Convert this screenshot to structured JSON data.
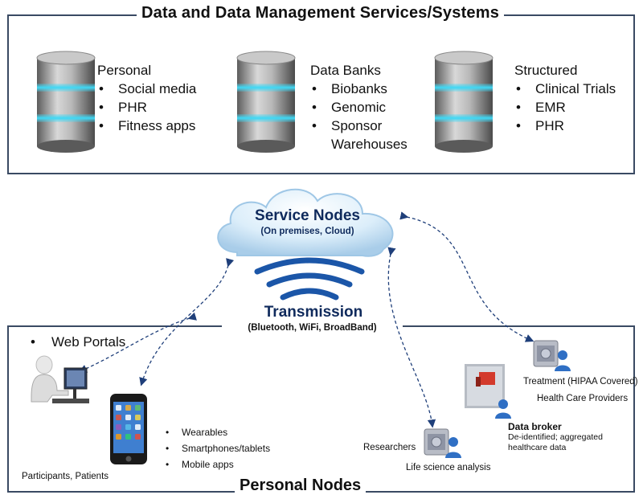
{
  "top_section": {
    "title": "Data and Data Management Services/Systems",
    "groups": [
      {
        "heading": "Personal",
        "items": [
          "Social media",
          "PHR",
          "Fitness apps"
        ]
      },
      {
        "heading": "Data Banks",
        "items": [
          "Biobanks",
          "Genomic",
          "Sponsor",
          "Warehouses"
        ]
      },
      {
        "heading": "Structured",
        "items": [
          "Clinical Trials",
          "EMR",
          "PHR"
        ]
      }
    ]
  },
  "cloud": {
    "title": "Service Nodes",
    "subtitle": "(On premises, Cloud)"
  },
  "transmission": {
    "title": "Transmission",
    "subtitle": "(Bluetooth, WiFi, BroadBand)"
  },
  "bottom_section": {
    "title": "Personal Nodes",
    "web_portals": "Web Portals",
    "device_items": [
      "Wearables",
      "Smartphones/tablets",
      "Mobile apps"
    ],
    "participants": "Participants, Patients",
    "researchers": "Researchers",
    "life_science": "Life science analysis",
    "treatment": "Treatment (HIPAA Covered)",
    "health_care_providers": "Health Care Providers",
    "data_broker": "Data broker",
    "data_broker_desc": "De-identified; aggregated healthcare data"
  },
  "colors": {
    "frame": "#3a4a63",
    "arrow": "#1f3f7a",
    "glow": "#3fd8f5",
    "cloud": "#cfe6f7",
    "waves": "#1b56a8"
  }
}
